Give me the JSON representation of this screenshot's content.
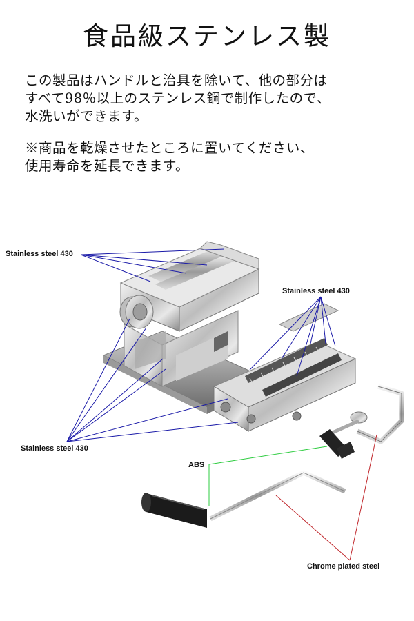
{
  "title": "食品級ステンレス製",
  "description": {
    "lines": [
      "この製品はハンドルと治具を除いて、他の部分は",
      "すべて98％以上のステンレス鋼で制作したので、",
      "水洗いができます。"
    ]
  },
  "note": {
    "lines": [
      "※商品を乾燥させたところに置いてください、",
      "使用寿命を延長できます。"
    ]
  },
  "labels": {
    "stainless_top_left": "Stainless steel 430",
    "stainless_right": "Stainless steel 430",
    "stainless_bottom_left": "Stainless steel 430",
    "abs": "ABS",
    "chrome": "Chrome plated steel"
  },
  "colors": {
    "leader_stainless": "#1a1aa8",
    "leader_abs": "#2ecc40",
    "leader_chrome": "#c0262b"
  }
}
